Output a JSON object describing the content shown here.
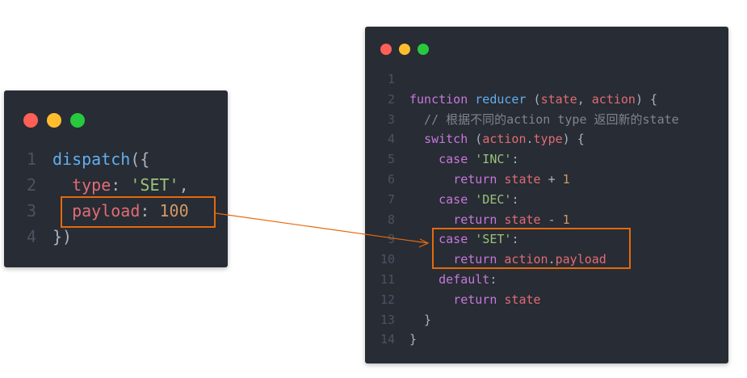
{
  "colors": {
    "keyword": "#c678dd",
    "function": "#61afef",
    "property": "#e06c75",
    "string": "#98c379",
    "number": "#d19a66",
    "comment": "#7f848e",
    "plain": "#abb2bf",
    "highlight": "#e36a0e"
  },
  "left_window": {
    "lines": [
      {
        "num": "1",
        "tokens": [
          {
            "t": "dispatch",
            "c": "function"
          },
          {
            "t": "({",
            "c": "plain"
          }
        ]
      },
      {
        "num": "2",
        "tokens": [
          {
            "t": "  ",
            "c": "plain"
          },
          {
            "t": "type",
            "c": "property"
          },
          {
            "t": ": ",
            "c": "plain"
          },
          {
            "t": "'SET'",
            "c": "string"
          },
          {
            "t": ",",
            "c": "plain"
          }
        ]
      },
      {
        "num": "3",
        "tokens": [
          {
            "t": "  ",
            "c": "plain"
          },
          {
            "t": "payload",
            "c": "property"
          },
          {
            "t": ": ",
            "c": "plain"
          },
          {
            "t": "100",
            "c": "number"
          }
        ]
      },
      {
        "num": "4",
        "tokens": [
          {
            "t": "})",
            "c": "plain"
          }
        ]
      }
    ]
  },
  "right_window": {
    "lines": [
      {
        "num": "1",
        "tokens": []
      },
      {
        "num": "2",
        "tokens": [
          {
            "t": "function",
            "c": "keyword"
          },
          {
            "t": " ",
            "c": "plain"
          },
          {
            "t": "reducer",
            "c": "function"
          },
          {
            "t": " (",
            "c": "plain"
          },
          {
            "t": "state",
            "c": "property"
          },
          {
            "t": ", ",
            "c": "plain"
          },
          {
            "t": "action",
            "c": "property"
          },
          {
            "t": ") {",
            "c": "plain"
          }
        ]
      },
      {
        "num": "3",
        "tokens": [
          {
            "t": "  // 根据不同的action type 返回新的state",
            "c": "comment"
          }
        ]
      },
      {
        "num": "4",
        "tokens": [
          {
            "t": "  ",
            "c": "plain"
          },
          {
            "t": "switch",
            "c": "keyword"
          },
          {
            "t": " (",
            "c": "plain"
          },
          {
            "t": "action",
            "c": "property"
          },
          {
            "t": ".",
            "c": "plain"
          },
          {
            "t": "type",
            "c": "property"
          },
          {
            "t": ") {",
            "c": "plain"
          }
        ]
      },
      {
        "num": "5",
        "tokens": [
          {
            "t": "    ",
            "c": "plain"
          },
          {
            "t": "case",
            "c": "keyword"
          },
          {
            "t": " ",
            "c": "plain"
          },
          {
            "t": "'INC'",
            "c": "string"
          },
          {
            "t": ":",
            "c": "plain"
          }
        ]
      },
      {
        "num": "6",
        "tokens": [
          {
            "t": "      ",
            "c": "plain"
          },
          {
            "t": "return",
            "c": "keyword"
          },
          {
            "t": " ",
            "c": "plain"
          },
          {
            "t": "state",
            "c": "property"
          },
          {
            "t": " + ",
            "c": "plain"
          },
          {
            "t": "1",
            "c": "number"
          }
        ]
      },
      {
        "num": "7",
        "tokens": [
          {
            "t": "    ",
            "c": "plain"
          },
          {
            "t": "case",
            "c": "keyword"
          },
          {
            "t": " ",
            "c": "plain"
          },
          {
            "t": "'DEC'",
            "c": "string"
          },
          {
            "t": ":",
            "c": "plain"
          }
        ]
      },
      {
        "num": "8",
        "tokens": [
          {
            "t": "      ",
            "c": "plain"
          },
          {
            "t": "return",
            "c": "keyword"
          },
          {
            "t": " ",
            "c": "plain"
          },
          {
            "t": "state",
            "c": "property"
          },
          {
            "t": " - ",
            "c": "plain"
          },
          {
            "t": "1",
            "c": "number"
          }
        ]
      },
      {
        "num": "9",
        "tokens": [
          {
            "t": "    ",
            "c": "plain"
          },
          {
            "t": "case",
            "c": "keyword"
          },
          {
            "t": " ",
            "c": "plain"
          },
          {
            "t": "'SET'",
            "c": "string"
          },
          {
            "t": ":",
            "c": "plain"
          }
        ]
      },
      {
        "num": "10",
        "tokens": [
          {
            "t": "      ",
            "c": "plain"
          },
          {
            "t": "return",
            "c": "keyword"
          },
          {
            "t": " ",
            "c": "plain"
          },
          {
            "t": "action",
            "c": "property"
          },
          {
            "t": ".",
            "c": "plain"
          },
          {
            "t": "payload",
            "c": "property"
          }
        ]
      },
      {
        "num": "11",
        "tokens": [
          {
            "t": "    ",
            "c": "plain"
          },
          {
            "t": "default",
            "c": "keyword"
          },
          {
            "t": ":",
            "c": "plain"
          }
        ]
      },
      {
        "num": "12",
        "tokens": [
          {
            "t": "      ",
            "c": "plain"
          },
          {
            "t": "return",
            "c": "keyword"
          },
          {
            "t": " ",
            "c": "plain"
          },
          {
            "t": "state",
            "c": "property"
          }
        ]
      },
      {
        "num": "13",
        "tokens": [
          {
            "t": "  }",
            "c": "plain"
          }
        ]
      },
      {
        "num": "14",
        "tokens": [
          {
            "t": "}",
            "c": "plain"
          }
        ]
      }
    ]
  }
}
